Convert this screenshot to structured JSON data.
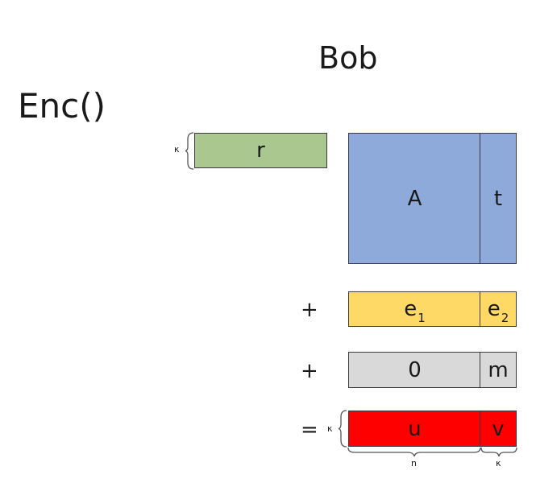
{
  "header": {
    "party": "Bob",
    "function": "Enc()"
  },
  "vector_r": {
    "label": "r",
    "dim_label": "κ",
    "color": "#a9c78f"
  },
  "matrix": {
    "a_label": "A",
    "t_label": "t",
    "color": "#8eaadb"
  },
  "error_row": {
    "op": "+",
    "e1": {
      "base": "e",
      "sub": "1"
    },
    "e2": {
      "base": "e",
      "sub": "2"
    },
    "color": "#ffd966"
  },
  "message_row": {
    "op": "+",
    "zero_label": "0",
    "m_label": "m",
    "color": "#d9d9d9"
  },
  "result_row": {
    "op": "=",
    "dim_label": "κ",
    "u_label": "u",
    "v_label": "v",
    "color": "#ff0000",
    "width_n_label": "n",
    "width_k_label": "κ"
  }
}
